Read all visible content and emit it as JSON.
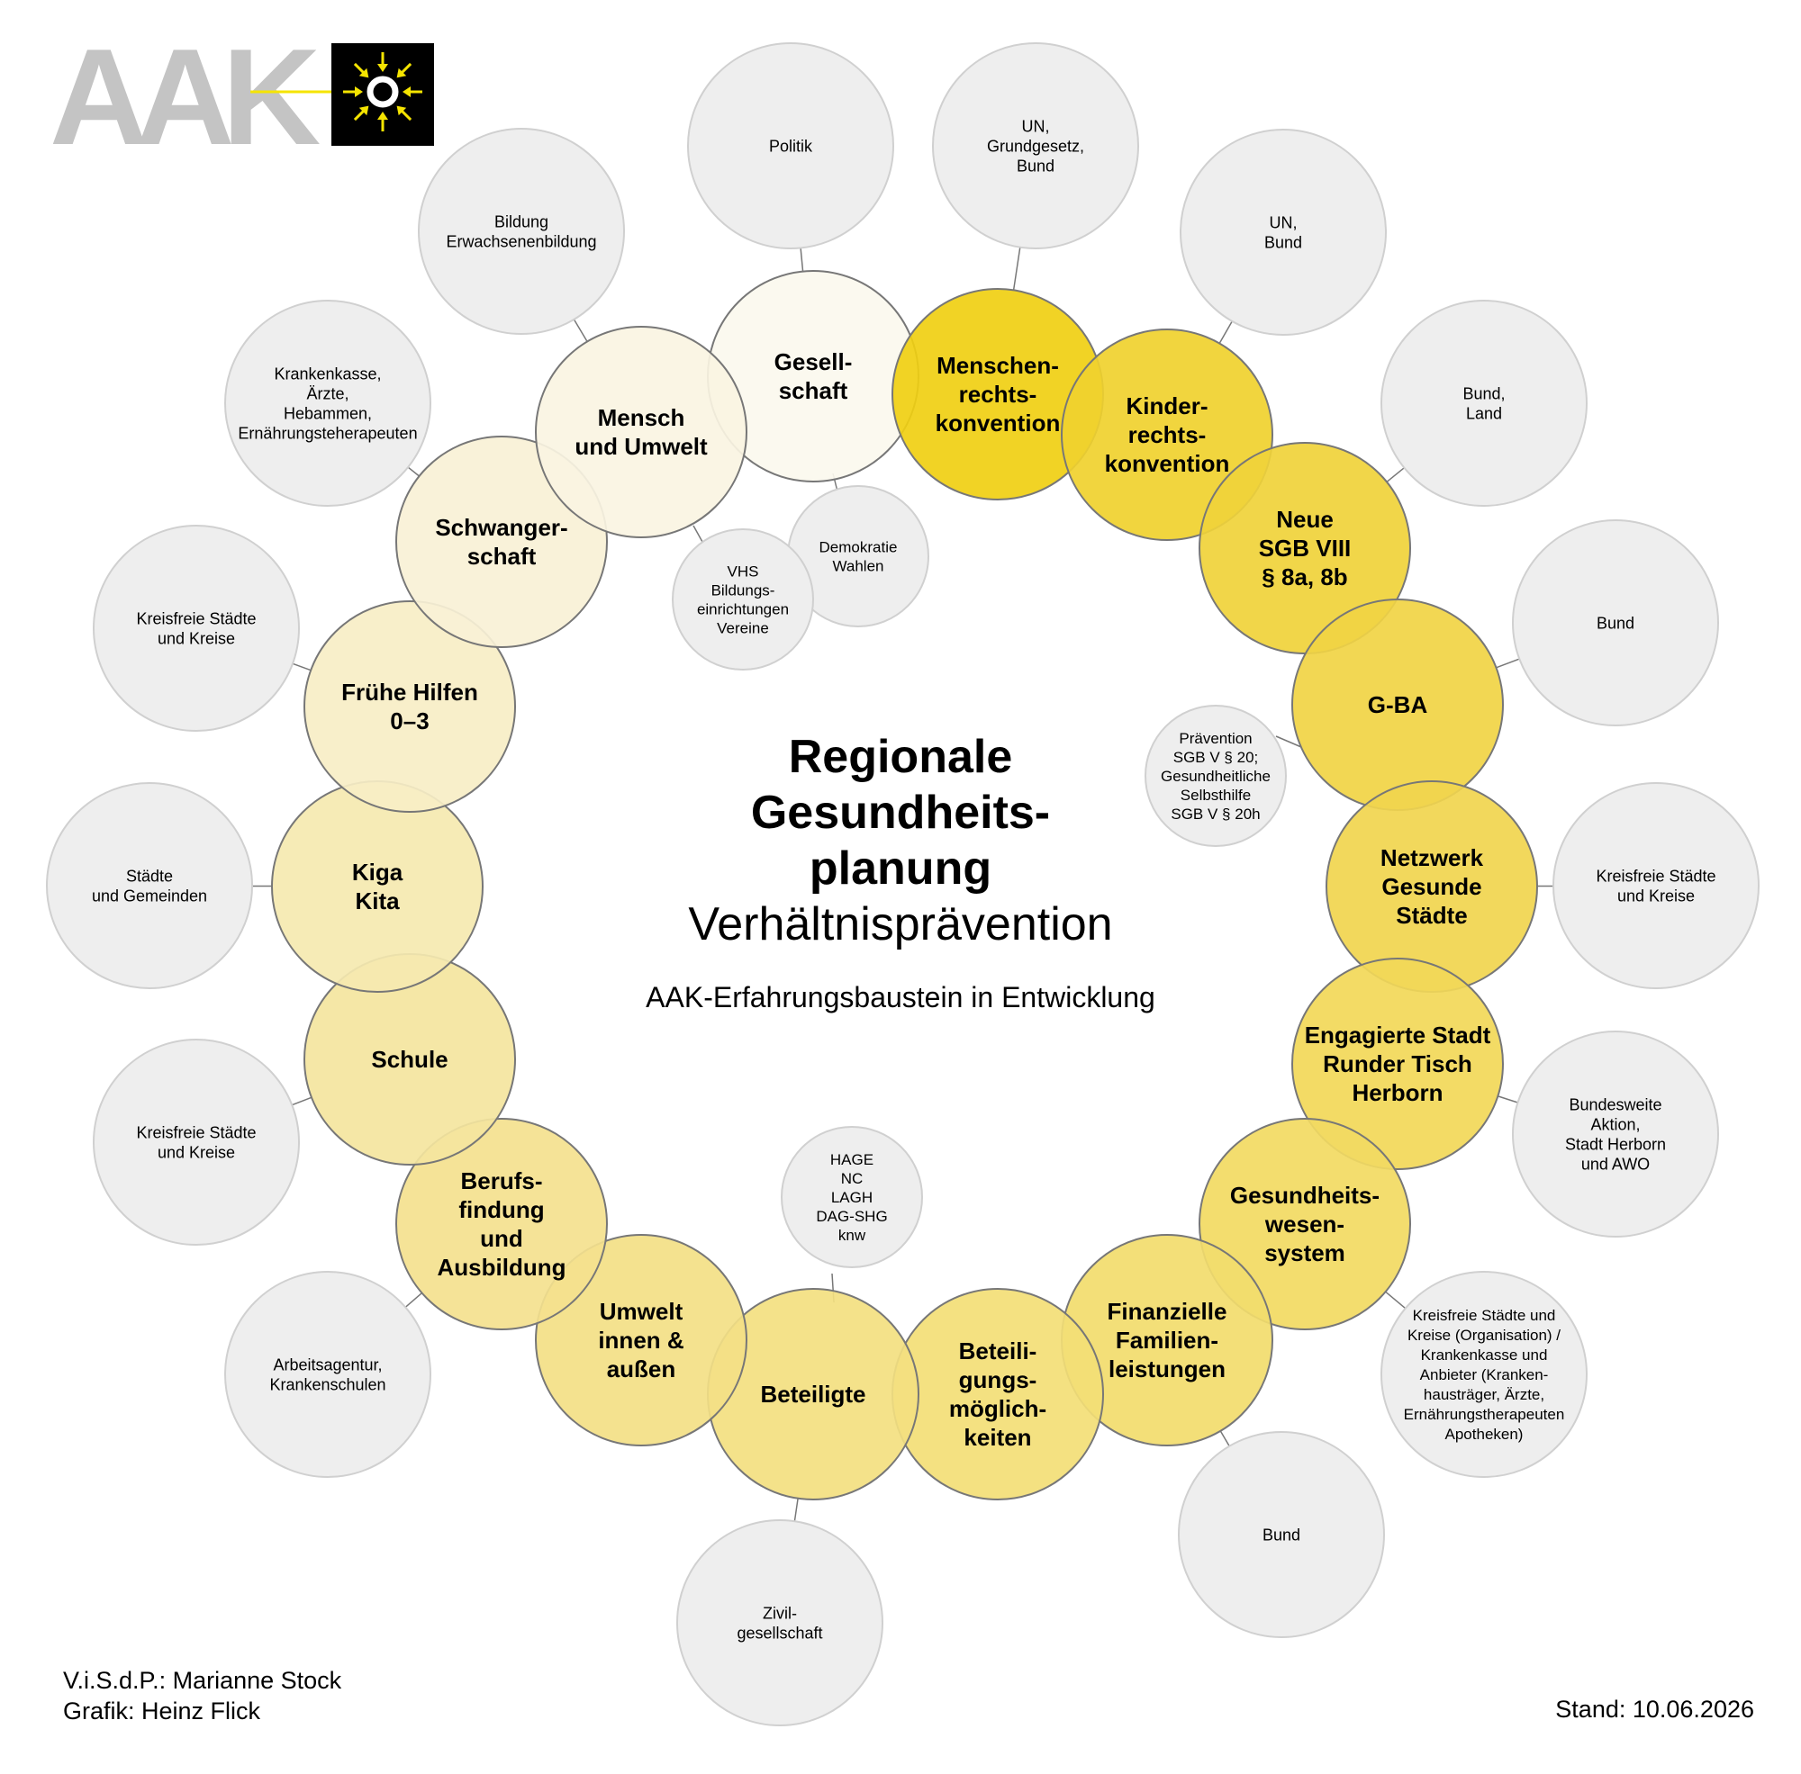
{
  "logo": {
    "text": "AAK",
    "text_color": "#c4c4c4",
    "badge_color": "#000000",
    "accent_color": "#f5e400",
    "icon": "sun-arrows-icon"
  },
  "center": {
    "title": "Regionale\nGesundheits-\nplanung",
    "subtitle": "Verhältnisprävention",
    "note": "AAK-Erfahrungsbaustein in Entwicklung"
  },
  "footer": {
    "visdp": "V.i.S.d.P.: Marianne Stock",
    "grafik": "Grafik: Heinz Flick",
    "stand": "Stand: 10.06.2026"
  },
  "colors": {
    "outer_fill": "#eeeeee",
    "outer_stroke": "#d0d0d0",
    "inner_stroke": "#777777",
    "connector": "#777777"
  },
  "nodes": [
    {
      "label": "Gesell-\nschaft",
      "fill": "#fbf8ee",
      "outer": "Politik"
    },
    {
      "label": "Menschen-\nrechts-\nkonvention",
      "fill": "#f0cf12",
      "outer": "UN,\nGrundgesetz,\nBund"
    },
    {
      "label": "Kinder-\nrechts-\nkonvention",
      "fill": "#f0d12e",
      "outer": "UN,\nBund"
    },
    {
      "label": "Neue\nSGB VIII\n§ 8a, 8b",
      "fill": "#f0d23a",
      "outer": "Bund,\nLand"
    },
    {
      "label": "G-BA",
      "fill": "#f1d444",
      "outer": "Bund"
    },
    {
      "label": "Netzwerk\nGesunde\nStädte",
      "fill": "#f1d54e",
      "outer": "Kreisfreie Städte\nund Kreise"
    },
    {
      "label": "Engagierte Stadt\nRunder Tisch\nHerborn",
      "fill": "#f2d858",
      "outer": "Bundesweite\nAktion,\nStadt Herborn\nund AWO"
    },
    {
      "label": "Gesundheits-\nwesen-\nsystem",
      "fill": "#f2da62",
      "outer": "Kreisfreie Städte und\nKreise (Organisation) /\nKrankenkasse und\nAnbieter (Kranken-\nhausträger, Ärzte,\nErnährungstherapeuten\nApotheken)"
    },
    {
      "label": "Finanzielle\nFamilien-\nleistungen",
      "fill": "#f2dc6c",
      "outer": "Bund"
    },
    {
      "label": "Beteili-\ngungs-\nmöglich-\nkeiten",
      "fill": "#f3de76",
      "outer": ""
    },
    {
      "label": "Beteiligte",
      "fill": "#f3e080",
      "outer": "Zivil-\ngesellschaft"
    },
    {
      "label": "Umwelt\ninnen &\naußen",
      "fill": "#f3e086",
      "outer": ""
    },
    {
      "label": "Berufs-\nfindung\nund\nAusbildung",
      "fill": "#f4e18e",
      "outer": "Arbeitsagentur,\nKrankenschulen"
    },
    {
      "label": "Schule",
      "fill": "#f4e59e",
      "outer": "Kreisfreie Städte\nund Kreise"
    },
    {
      "label": "Kiga\nKita",
      "fill": "#f5e9b0",
      "outer": "Städte\nund Gemeinden"
    },
    {
      "label": "Frühe Hilfen\n0–3",
      "fill": "#f7eec6",
      "outer": "Kreisfreie Städte\nund Kreise"
    },
    {
      "label": "Schwanger-\nschaft",
      "fill": "#f8f1d6",
      "outer": "Krankenkasse,\nÄrzte,\nHebammen,\nErnährungsteherapeuten"
    },
    {
      "label": "Mensch\nund Umwelt",
      "fill": "#faf4e2",
      "outer": "Bildung\nErwachsenenbildung"
    }
  ],
  "extras": [
    {
      "label": "Demokratie\nWahlen"
    },
    {
      "label": "VHS\nBildungs-\neinrichtungen\nVereine"
    },
    {
      "label": "Prävention\nSGB V § 20;\nGesundheitliche\nSelbsthilfe\nSGB V § 20h"
    },
    {
      "label": "HAGE\nNC\nLAGH\nDAG-SHG\nknw"
    }
  ]
}
